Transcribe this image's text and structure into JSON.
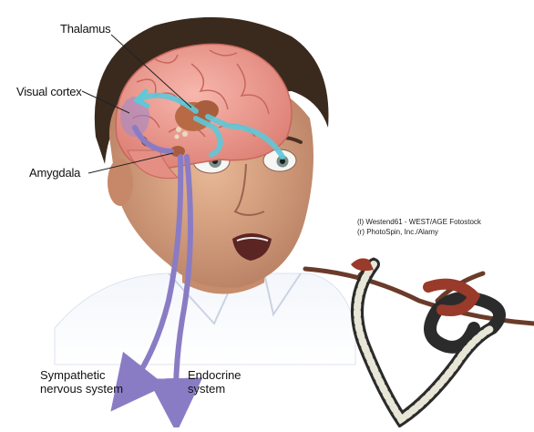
{
  "labels": {
    "thalamus": "Thalamus",
    "visual_cortex": "Visual cortex",
    "amygdala": "Amygdala",
    "sympathetic_line1": "Sympathetic",
    "sympathetic_line2": "nervous system",
    "endocrine_line1": "Endocrine",
    "endocrine_line2": "system"
  },
  "credits": {
    "line1": "(l) Westend61 - WEST/AGE Fotostock",
    "line2": "(r) PhotoSpin, Inc./Alamy"
  },
  "colors": {
    "brain": "#ef9a8f",
    "brain_fold": "#d46f65",
    "thalamus": "#b86a45",
    "visual_pathway": "#5ec8d8",
    "neural_output": "#8a7cc4",
    "skin": "#d7a582",
    "hair": "#3a2a1e",
    "snake_red": "#9a3a2a",
    "branch": "#6b3b2a"
  }
}
